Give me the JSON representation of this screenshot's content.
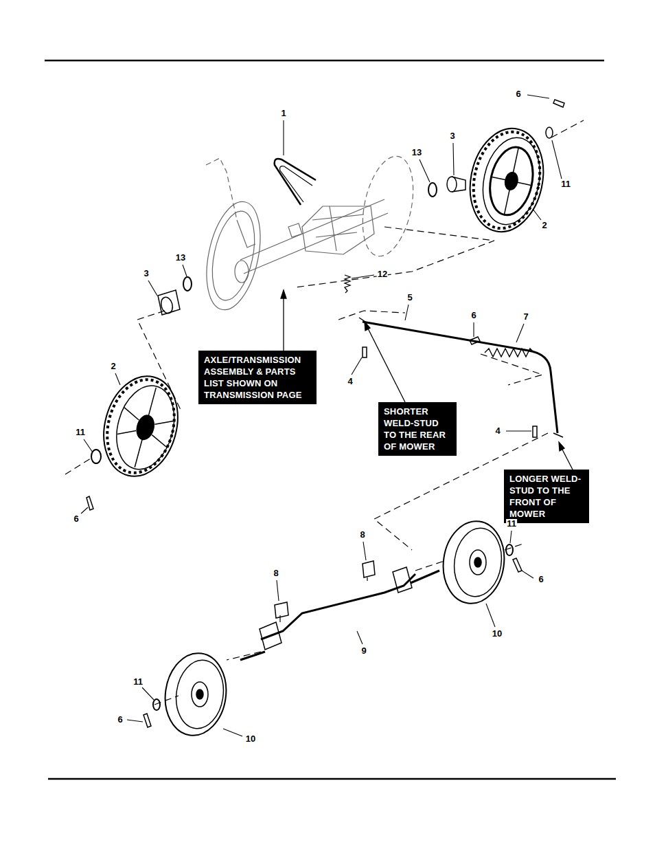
{
  "diagram": {
    "nodes": [
      {
        "text": [
          "AXLE/TRANSMISSION ASSEMBLY & PARTS LIST SHOWN ON TRANSMISSION PAGE"
        ]
      },
      {
        "text": [
          "SHORTER WELD-STUD TO THE REAR OF MOWER"
        ]
      },
      {
        "text": [
          "LONGER WELD-STUD TO THE FRONT OF MOWER"
        ]
      }
    ],
    "labels": [
      "6",
      "1",
      "13",
      "3",
      "11",
      "2",
      "13",
      "3",
      "12",
      "5",
      "6",
      "7",
      "2",
      "4",
      "4",
      "11",
      "6",
      "8",
      "11",
      "8",
      "6",
      "10",
      "9",
      "11",
      "6",
      "10"
    ]
  }
}
